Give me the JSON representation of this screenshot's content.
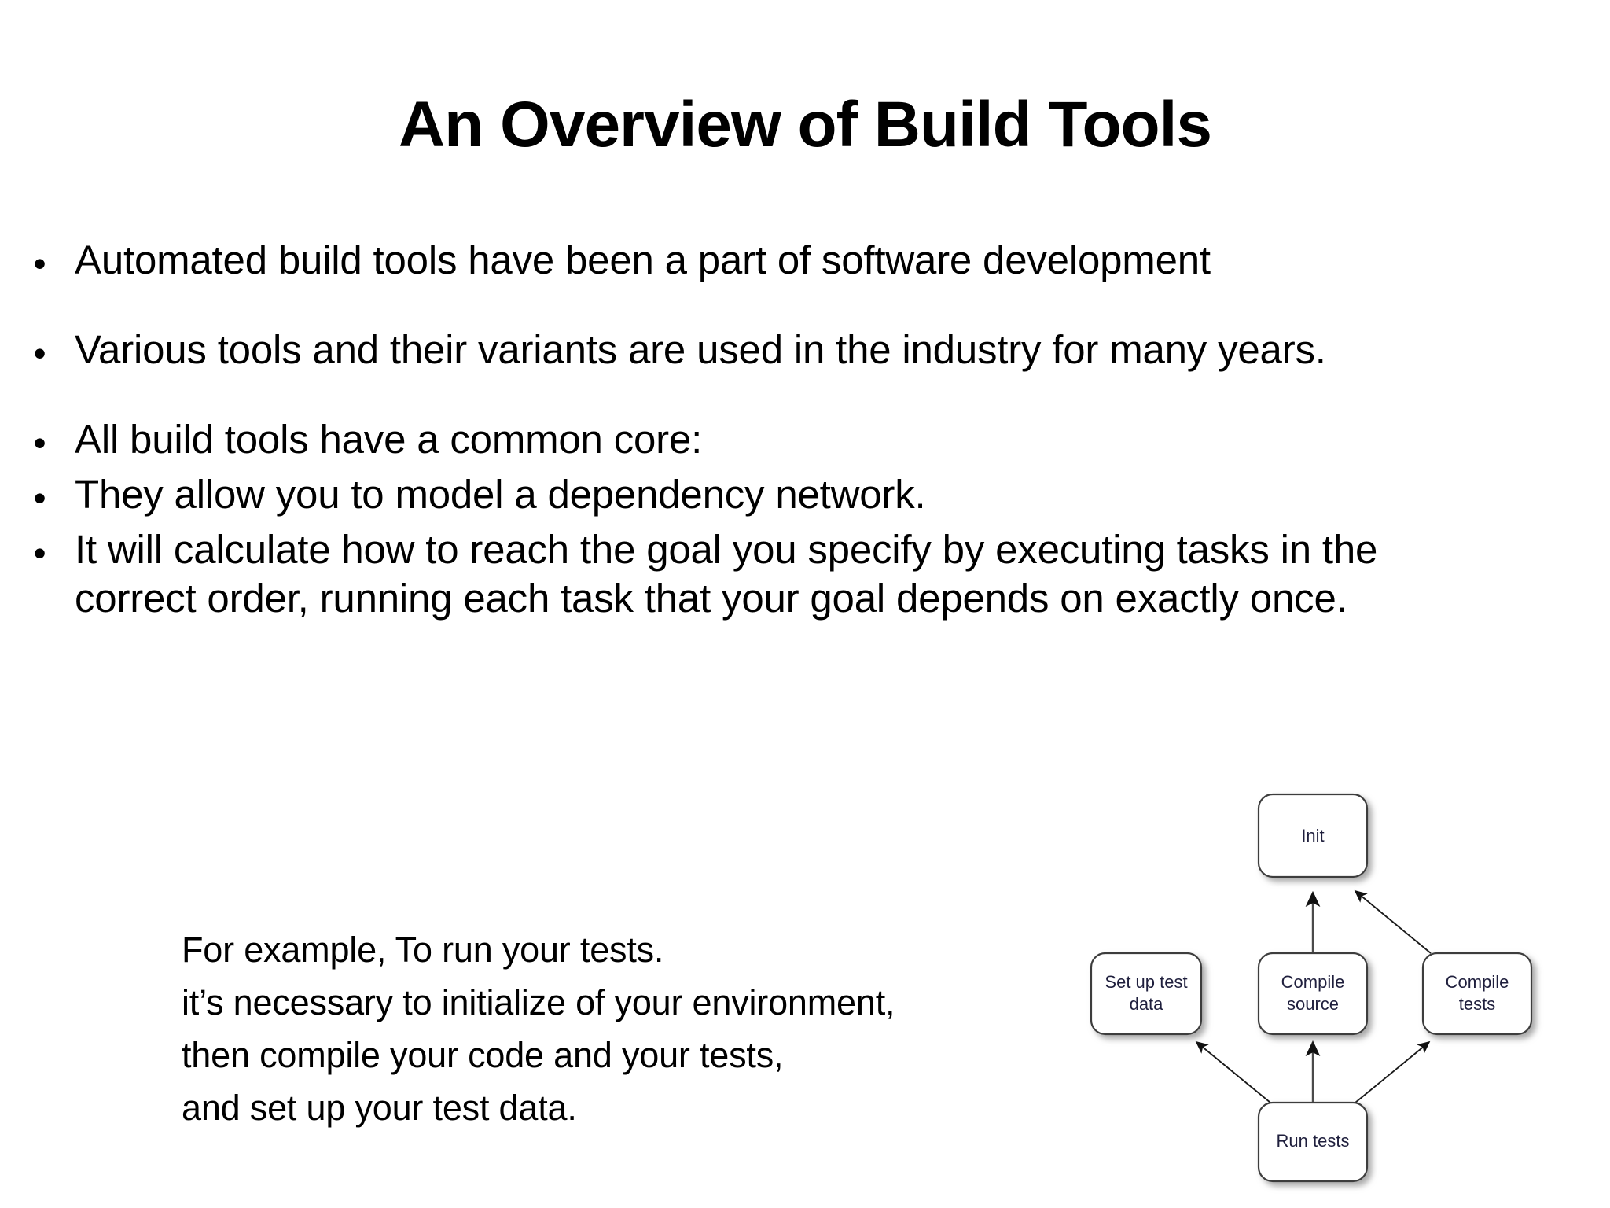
{
  "slide": {
    "title": "An Overview of Build Tools",
    "bullet_marker": "•",
    "bullets": [
      {
        "text": "Automated build tools have been a part of software development"
      },
      {
        "text": "Various tools and their variants are used in the industry for many years."
      },
      {
        "text": "All build tools have a common core:"
      },
      {
        "text": "They allow you to model a dependency network."
      },
      {
        "text": "It will calculate how to reach the goal you specify by executing tasks in the correct order, running each task that your goal depends on exactly once."
      }
    ],
    "example": {
      "line1": "For example, To run your tests.",
      "line2": "it’s necessary to initialize of your environment,",
      "line3": "then compile your code and your tests,",
      "line4": "and set up your test data."
    },
    "diagram": {
      "nodes": {
        "init": "Init",
        "set_up_test_data_line1": "Set up test",
        "set_up_test_data_line2": "data",
        "compile_source_line1": "Compile",
        "compile_source_line2": "source",
        "compile_tests_line1": "Compile",
        "compile_tests_line2": "tests",
        "run_tests": "Run tests"
      },
      "edges": [
        {
          "from": "Compile source",
          "to": "Init"
        },
        {
          "from": "Compile tests",
          "to": "Init"
        },
        {
          "from": "Run tests",
          "to": "Set up test data"
        },
        {
          "from": "Run tests",
          "to": "Compile source"
        },
        {
          "from": "Run tests",
          "to": "Compile tests"
        }
      ]
    },
    "colors": {
      "background": "#ffffff",
      "text": "#000000",
      "node_label": "#1f1f3d",
      "node_border": "#3d3d3d",
      "edge": "#4a4a4a"
    }
  }
}
